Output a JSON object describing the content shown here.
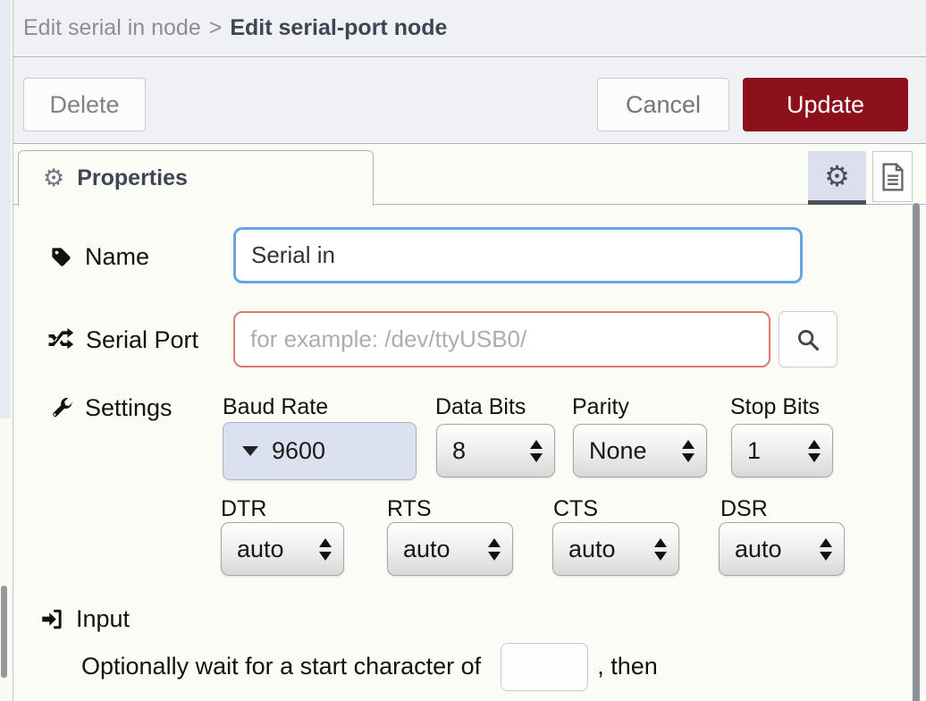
{
  "header": {
    "breadcrumb_parent": "Edit serial in node",
    "breadcrumb_separator": ">",
    "breadcrumb_current": "Edit serial-port node"
  },
  "toolbar": {
    "delete_label": "Delete",
    "cancel_label": "Cancel",
    "update_label": "Update"
  },
  "tabbar": {
    "properties_label": "Properties"
  },
  "fields": {
    "name": {
      "label": "Name",
      "value": "Serial in"
    },
    "serial_port": {
      "label": "Serial Port",
      "placeholder": "for example: /dev/ttyUSB0/"
    },
    "settings": {
      "label": "Settings"
    },
    "baud_rate": {
      "label": "Baud Rate",
      "value": "9600"
    },
    "data_bits": {
      "label": "Data Bits",
      "value": "8"
    },
    "parity": {
      "label": "Parity",
      "value": "None"
    },
    "stop_bits": {
      "label": "Stop Bits",
      "value": "1"
    },
    "dtr": {
      "label": "DTR",
      "value": "auto"
    },
    "rts": {
      "label": "RTS",
      "value": "auto"
    },
    "cts": {
      "label": "CTS",
      "value": "auto"
    },
    "dsr": {
      "label": "DSR",
      "value": "auto"
    }
  },
  "input_section": {
    "label": "Input",
    "text_before": "Optionally wait for a start character of",
    "start_char_value": "",
    "text_after": ", then"
  },
  "icons": {
    "gear": "⚙"
  },
  "colors": {
    "update_button": "#8C101C",
    "focus_border": "#66A4E5",
    "invalid_border": "#DC7A6E",
    "active_icon_button_bg": "#DCE0EE",
    "baud_select_bg": "#DCE1F0"
  }
}
